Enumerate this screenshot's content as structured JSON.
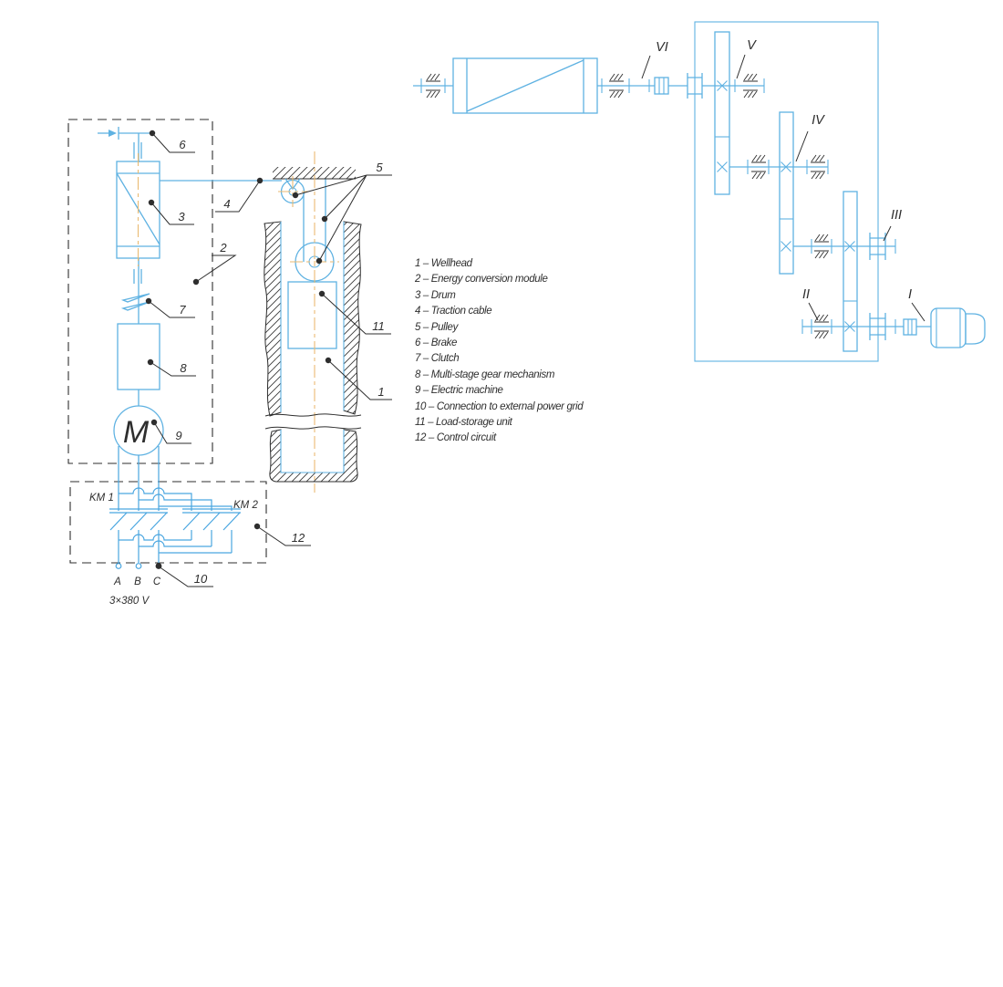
{
  "colors": {
    "line-blue": "#5fb2e2",
    "wire-blue": "#4aa6e0",
    "centerline-orange": "#eaba72",
    "ink": "#2e2e2e",
    "paper": "#ffffff"
  },
  "legend": {
    "items": [
      "1 – Wellhead",
      "2 – Energy conversion module",
      "3 – Drum",
      "4 – Traction cable",
      "5 – Pulley",
      "6 – Brake",
      "7 – Clutch",
      "8 – Multi-stage gear mechanism",
      "9 – Electric machine",
      "10 – Connection to external power grid",
      "11 – Load-storage unit",
      "12 – Control circuit"
    ]
  },
  "callouts": {
    "n1": "1",
    "n2": "2",
    "n3": "3",
    "n4": "4",
    "n5": "5",
    "n6": "6",
    "n7": "7",
    "n8": "8",
    "n9": "9",
    "n10": "10",
    "n11": "11",
    "n12": "12"
  },
  "shafts": {
    "s1": "I",
    "s2": "II",
    "s3": "III",
    "s4": "IV",
    "s5": "V",
    "s6": "VI"
  },
  "control": {
    "km1": "KM 1",
    "km2": "KM 2",
    "phase_a": "A",
    "phase_b": "B",
    "phase_c": "C",
    "voltage": "3×380 V"
  },
  "motor_label": "M"
}
